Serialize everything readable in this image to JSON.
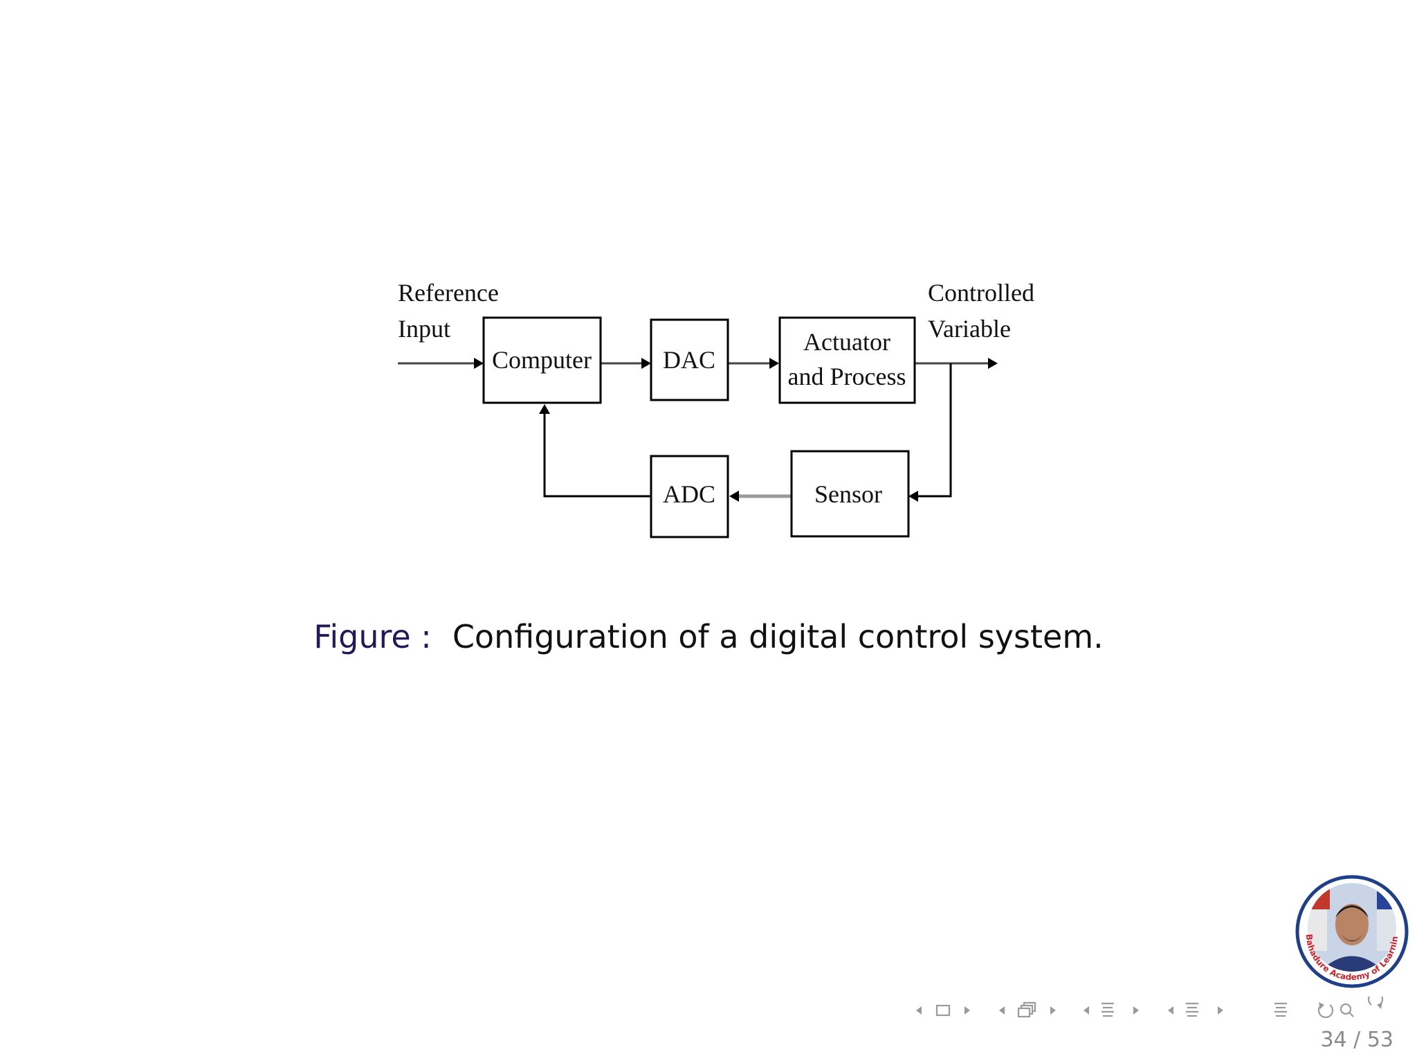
{
  "diagram": {
    "input_label_line1": "Reference",
    "input_label_line2": "Input",
    "output_label_line1": "Controlled",
    "output_label_line2": "Variable",
    "blocks": {
      "computer": "Computer",
      "dac": "DAC",
      "actuator_line1": "Actuator",
      "actuator_line2": "and Process",
      "adc": "ADC",
      "sensor": "Sensor"
    }
  },
  "caption": {
    "label": "Figure :",
    "text": "Configuration of a digital control system."
  },
  "logo": {
    "text": "Bahadure Academy of Learning",
    "ring_color": "#1e3f8a",
    "text_color": "#d0202a"
  },
  "navigation": {
    "icons": [
      "slide-prev-icon",
      "frame-icon",
      "slide-next-icon",
      "section-prev-icon",
      "section-icon",
      "section-next-icon",
      "subsection-prev-icon",
      "subsection-icon",
      "subsection-next-icon",
      "toc-icon",
      "back-icon",
      "search-icon",
      "forward-icon"
    ]
  },
  "page": {
    "number": "34 / 53"
  }
}
